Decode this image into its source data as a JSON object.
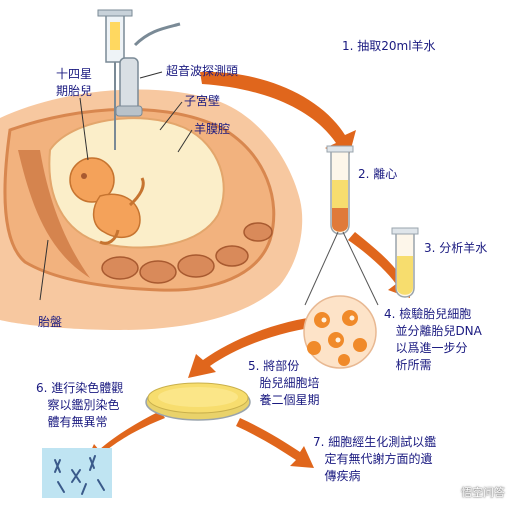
{
  "colors": {
    "label_text": "#1a1a80",
    "arrow": "#e0661c",
    "uterus_wall": "#f2b27e",
    "uterus_dark": "#d8874f",
    "amniotic": "#fbeec9",
    "fetus": "#f4a25a",
    "cell_orange": "#f08a2a",
    "dish_yellow": "#f7dd6e",
    "chromosome_bg": "#bfe4f2"
  },
  "icons": [
    "syringe-icon",
    "ultrasound-probe-icon",
    "test-tube-icon",
    "petri-dish-icon",
    "cell-icon",
    "chromosome-slide-icon"
  ],
  "anatomy": {
    "fetus_14w": "十四星\n期胎兒",
    "ultrasound_probe": "超音波探測頭",
    "uterine_wall": "子宮壁",
    "amniotic_cavity": "羊膜腔",
    "placenta": "胎盤"
  },
  "steps": {
    "s1": "1. 抽取20ml羊水",
    "s2": "2. 離心",
    "s3": "3. 分析羊水",
    "s4": "4. 檢驗胎兒細胞\n   並分離胎兒DNA\n   以爲進一步分\n   析所需",
    "s5": "5. 將部份\n   胎兒細胞培\n   養二個星期",
    "s6": "6. 進行染色體觀\n   察以鑑別染色\n   體有無異常",
    "s7": "7. 細胞經生化測試以鑑\n   定有無代謝方面的遺\n   傳疾病"
  },
  "watermark": "悟空问答"
}
